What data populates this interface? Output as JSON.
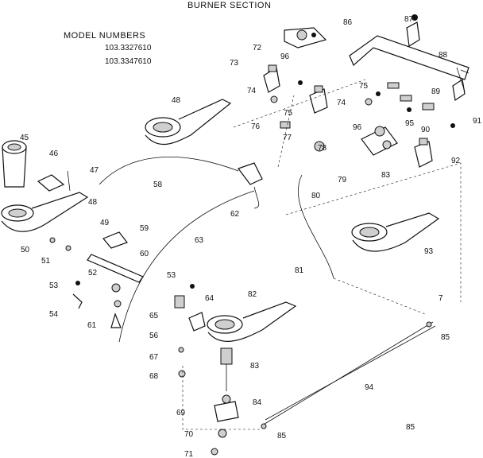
{
  "header": {
    "title": "BURNER SECTION",
    "model_heading": "MODEL NUMBERS",
    "model_1": "103.3327610",
    "model_2": "103.3347610"
  },
  "labels": {
    "p45": "45",
    "p46": "46",
    "p47": "47",
    "p48a": "48",
    "p48b": "48",
    "p49": "49",
    "p50": "50",
    "p51": "51",
    "p52": "52",
    "p53a": "53",
    "p53b": "53",
    "p54": "54",
    "p56": "56",
    "p58": "58",
    "p59": "59",
    "p60": "60",
    "p61": "61",
    "p62": "62",
    "p63": "63",
    "p64": "64",
    "p65": "65",
    "p67": "67",
    "p68": "68",
    "p69": "69",
    "p70": "70",
    "p71": "71",
    "p72": "72",
    "p73": "73",
    "p74a": "74",
    "p74b": "74",
    "p75a": "75",
    "p75b": "75",
    "p76": "76",
    "p77": "77",
    "p78": "78",
    "p79": "79",
    "p80": "80",
    "p81": "81",
    "p82": "82",
    "p83a": "83",
    "p83b": "83",
    "p84": "84",
    "p85a": "85",
    "p85b": "85",
    "p85c": "85",
    "p86": "86",
    "p87": "87",
    "p88": "88",
    "p89": "89",
    "p90": "90",
    "p91": "91",
    "p92": "92",
    "p93": "93",
    "p94": "94",
    "p95": "95",
    "p96a": "96",
    "p96b": "96",
    "p7": "7"
  }
}
